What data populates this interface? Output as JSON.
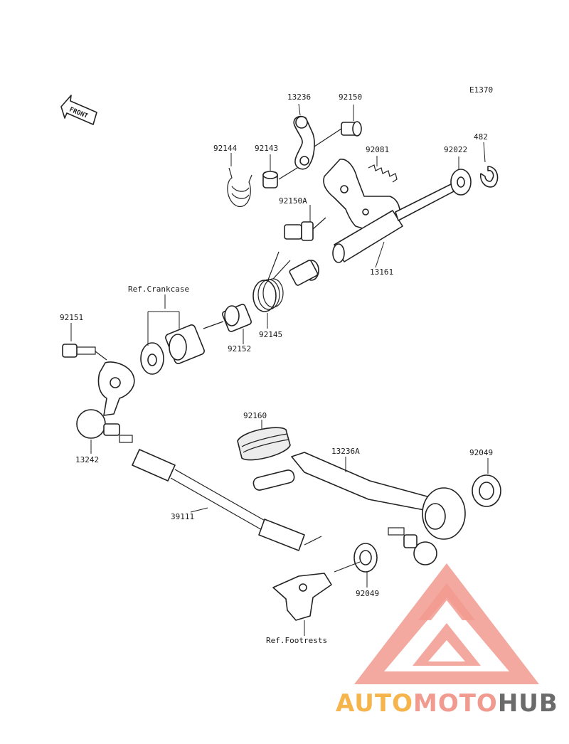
{
  "diagram_code": "E1370",
  "front_arrow_label": "FRONT",
  "parts": {
    "p13236": "13236",
    "p92150": "92150",
    "p92144": "92144",
    "p92143": "92143",
    "p92081": "92081",
    "p92022": "92022",
    "p482": "482",
    "p92150A": "92150A",
    "p13161": "13161",
    "p92145": "92145",
    "p92152": "92152",
    "p92151": "92151",
    "p13242": "13242",
    "p92160": "92160",
    "p13236A": "13236A",
    "p92049_top": "92049",
    "p39111": "39111",
    "p92049_bottom": "92049"
  },
  "references": {
    "crankcase": "Ref.Crankcase",
    "footrests": "Ref.Footrests"
  },
  "watermark": {
    "part1": "AUTO",
    "part2": "MOTO",
    "part3": "HUB",
    "colors": {
      "orange": "#f6b44d",
      "salmon": "#f19a8f",
      "gray": "#6b6b6b"
    }
  }
}
